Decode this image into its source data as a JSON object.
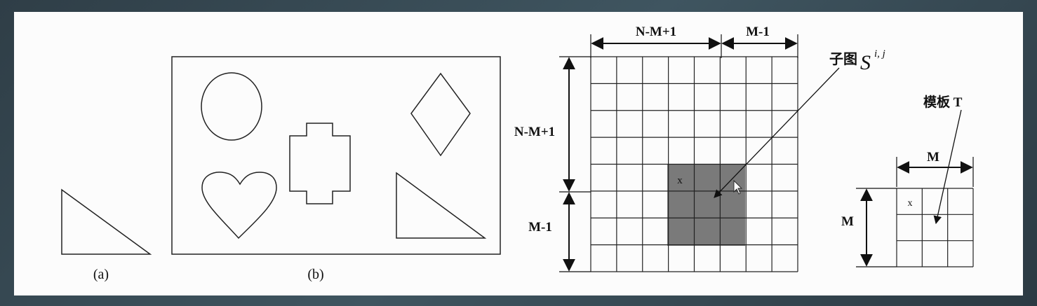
{
  "labels": {
    "a": "(a)",
    "b": "(b)",
    "top_left_span": "N-M+1",
    "top_right_span": "M-1",
    "left_top_span": "N-M+1",
    "left_bottom_span": "M-1",
    "subimage_prefix": "子图",
    "subimage_symbol": "S",
    "subimage_superscript": "i, j",
    "template": "模板 T",
    "template_width": "M",
    "template_height": "M",
    "cell_mark": "x",
    "template_cell_mark": "x"
  },
  "grid": {
    "rows": 8,
    "cols": 8,
    "shaded_color": "#7a7a7a"
  },
  "template_grid": {
    "rows": 3,
    "cols": 3
  }
}
